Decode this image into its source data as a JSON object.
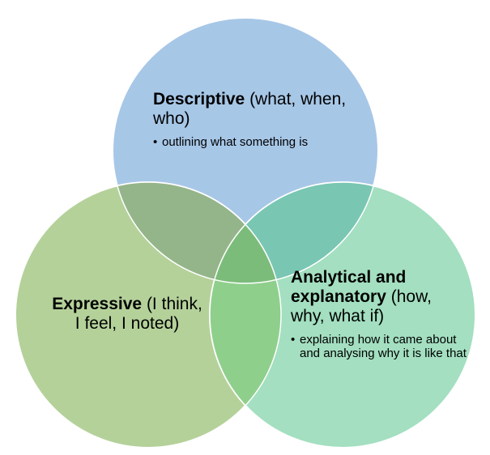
{
  "colors": {
    "descriptive": "#a7c7e7",
    "expressive": "#b4d19a",
    "analytical": "#a3dfc0",
    "overlap_desc_expr": "#94b58a",
    "overlap_desc_anal": "#79c6b3",
    "overlap_expr_anal": "#8fcf8c",
    "overlap_all": "#7cbc7a"
  },
  "bullet_glyph": "•",
  "sets": [
    {
      "id": "descriptive",
      "title": "Descriptive",
      "qualifier": " (what, when, who)",
      "bullets": [
        "outlining what something is"
      ]
    },
    {
      "id": "expressive",
      "title": "Expressive",
      "qualifier": " (I think, I feel, I noted)",
      "bullets": []
    },
    {
      "id": "analytical",
      "title": "Analytical and explanatory",
      "qualifier": " (how, why, what if)",
      "bullets": [
        "explaining how it came about and analysing why it is like that"
      ]
    }
  ]
}
